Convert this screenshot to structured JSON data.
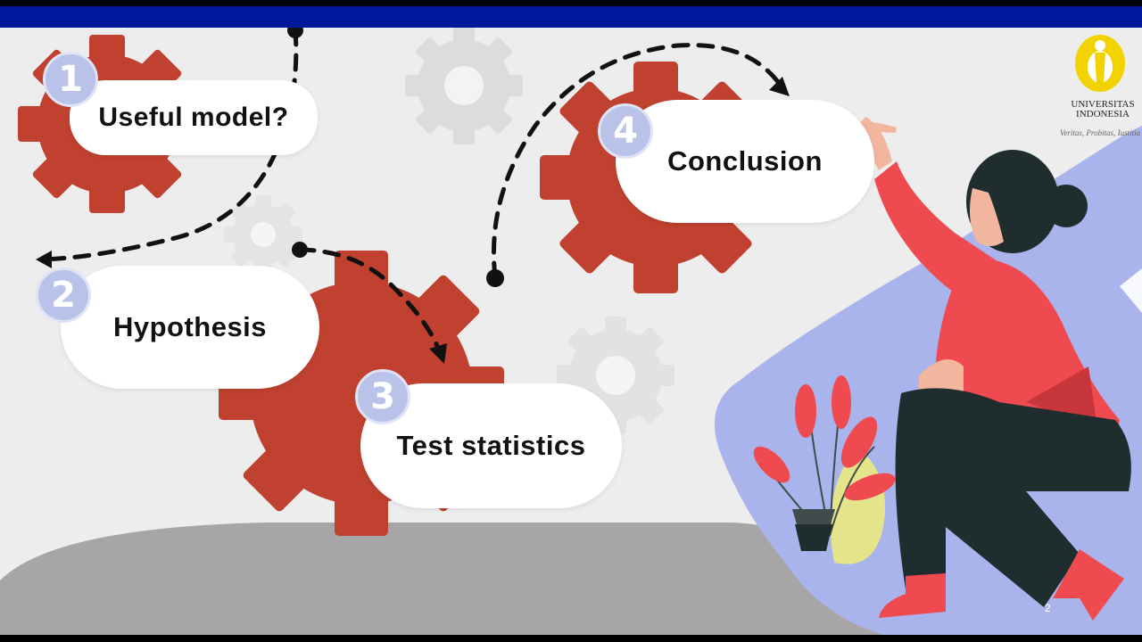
{
  "slide": {
    "steps": [
      {
        "number": "1",
        "label": "Useful model?"
      },
      {
        "number": "2",
        "label": "Hypothesis"
      },
      {
        "number": "3",
        "label": "Test statistics"
      },
      {
        "number": "4",
        "label": "Conclusion"
      }
    ],
    "logo": {
      "name_line1": "UNIVERSITAS",
      "name_line2": "INDONESIA",
      "motto": "Veritas, Probitas, Iustitia"
    },
    "page_number": "2"
  },
  "colors": {
    "top_bar": "#00189c",
    "gear": "#c0412f",
    "number_circle": "#b9c2e8",
    "logo_yellow": "#f2d300",
    "shirt": "#ef4a4f",
    "pants": "#1f2d2f",
    "blob": "#a9b4ec",
    "floor": "#a8a5a6"
  }
}
